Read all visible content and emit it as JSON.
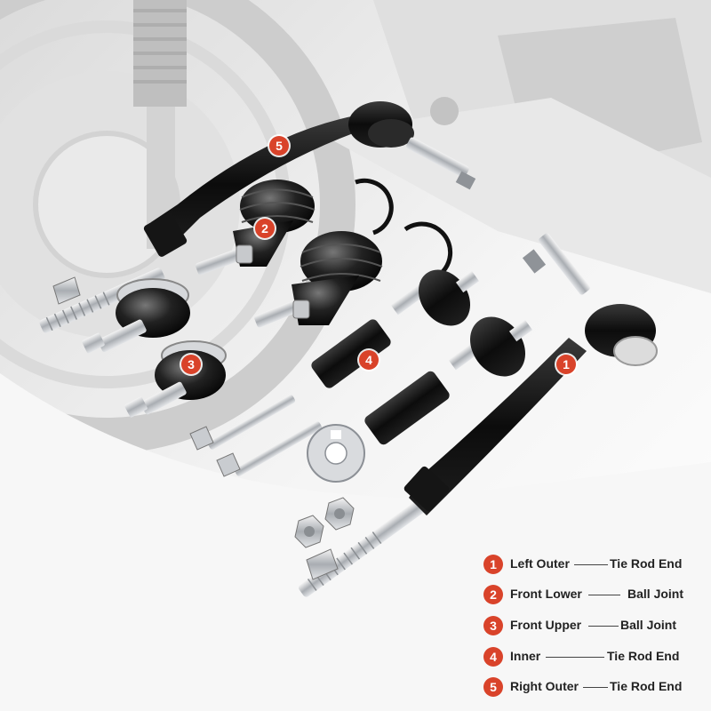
{
  "colors": {
    "accent": "#d9432a",
    "part_black": "#111111",
    "steel": "#c9ccd0",
    "background": "#f2f2f2"
  },
  "callouts": [
    {
      "number": "1",
      "name": "Left Outer",
      "part": "Tie Rod End"
    },
    {
      "number": "2",
      "name": "Front Lower",
      "part": "Ball Joint"
    },
    {
      "number": "3",
      "name": "Front Upper",
      "part": "Ball Joint"
    },
    {
      "number": "4",
      "name": "Inner",
      "part": "Tie Rod End"
    },
    {
      "number": "5",
      "name": "Right Outer",
      "part": "Tie Rod End"
    }
  ]
}
